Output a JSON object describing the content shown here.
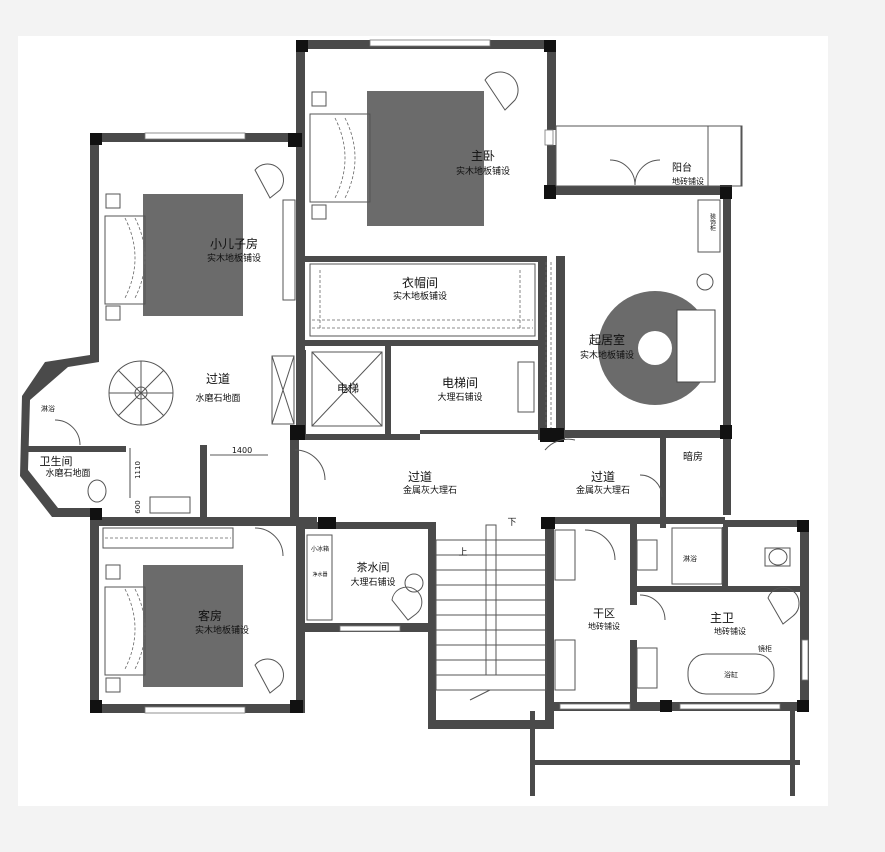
{
  "rooms": {
    "master_bedroom": {
      "name": "主卧",
      "floor": "实木地板铺设"
    },
    "closet": {
      "name": "衣帽间",
      "floor": "实木地板铺设"
    },
    "balcony": {
      "name": "阳台",
      "floor": "地砖铺设"
    },
    "decor_cabinet": {
      "name": "装饰柜"
    },
    "kids_room": {
      "name": "小儿子房",
      "floor": "实木地板铺设"
    },
    "living_room": {
      "name": "起居室",
      "floor": "实木地板铺设"
    },
    "elevator": {
      "name": "电梯"
    },
    "elevator_hall": {
      "name": "电梯间",
      "floor": "大理石铺设"
    },
    "corridor_w": {
      "name": "过道",
      "floor": "水磨石地面"
    },
    "shower_w": {
      "name": "淋浴"
    },
    "bathroom": {
      "name": "卫生间",
      "floor": "水磨石地面"
    },
    "corridor_c": {
      "name": "过道",
      "floor": "金属灰大理石"
    },
    "corridor_e": {
      "name": "过道",
      "floor": "金属灰大理石"
    },
    "darkroom": {
      "name": "暗房"
    },
    "guest_room": {
      "name": "客房",
      "floor": "实木地板铺设"
    },
    "tea_room": {
      "name": "茶水间",
      "floor": "大理石铺设"
    },
    "small_fridge": {
      "name": "小冰箱"
    },
    "water_heater": {
      "name": "净水器"
    },
    "dry_area": {
      "name": "干区",
      "floor": "地砖铺设"
    },
    "shower_e": {
      "name": "淋浴"
    },
    "master_bath": {
      "name": "主卫",
      "floor": "地砖铺设"
    },
    "bathtub": {
      "name": "浴缸"
    },
    "mirror": {
      "name": "镜柜"
    }
  },
  "stairs": {
    "up": "上",
    "down": "下"
  },
  "dimensions": {
    "d1400": "1400",
    "d1110": "1110",
    "d600": "600"
  }
}
